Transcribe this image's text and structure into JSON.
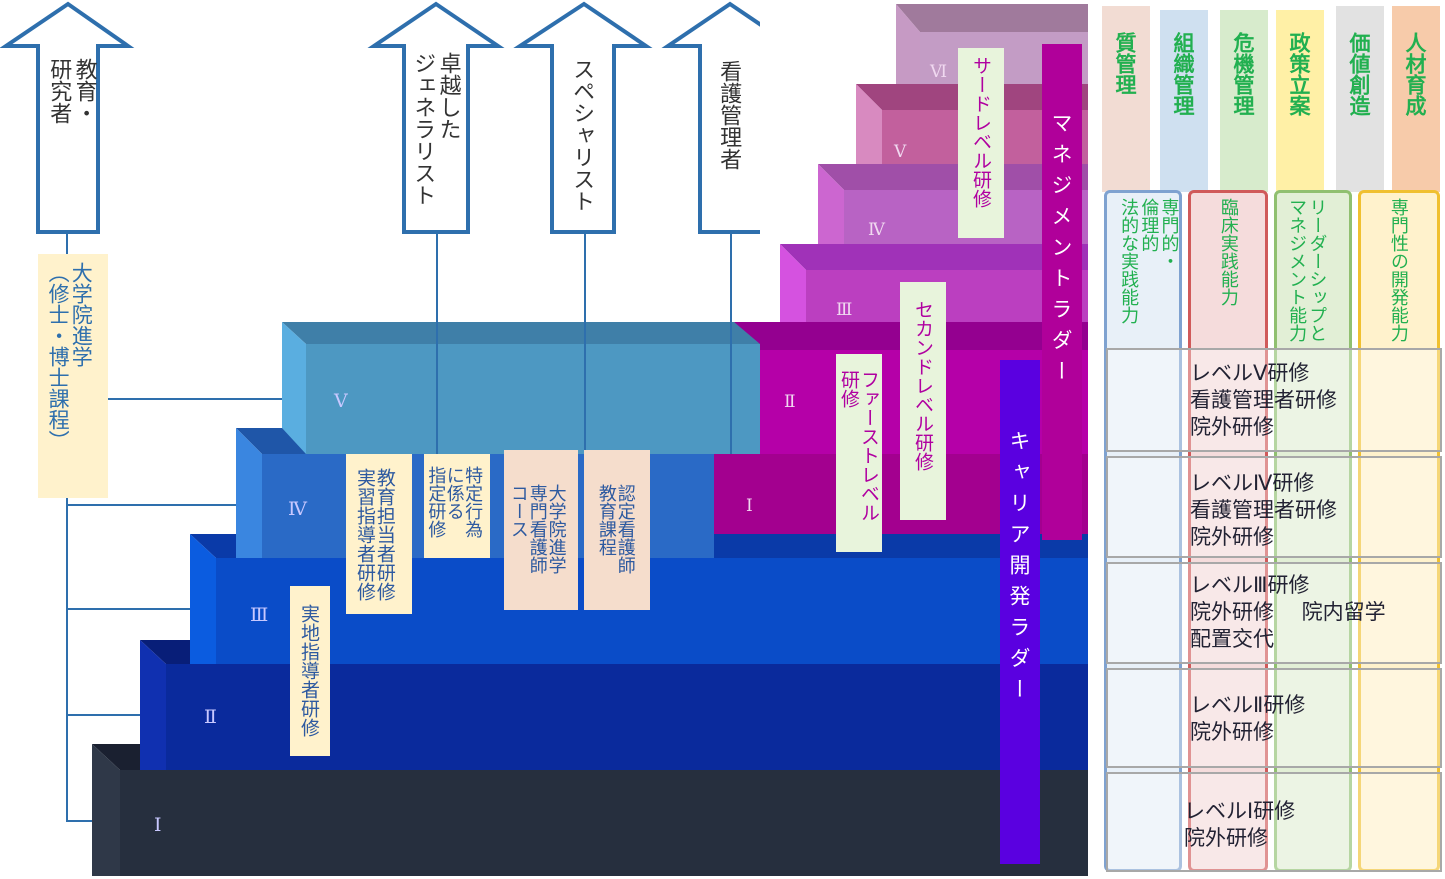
{
  "career_arrows": [
    {
      "text": "教育・\n研究者"
    },
    {
      "text": "卓越した\nジェネラリスト"
    },
    {
      "text": "スペシャリスト"
    },
    {
      "text": "看護管理者"
    }
  ],
  "graduate": {
    "text": "大学院進学\n（修士・博士課程）"
  },
  "blue_steps": [
    "Ⅰ",
    "Ⅱ",
    "Ⅲ",
    "Ⅳ",
    "Ⅴ"
  ],
  "magenta_steps": [
    "Ⅰ",
    "Ⅱ",
    "Ⅲ",
    "Ⅳ",
    "Ⅴ",
    "Ⅵ"
  ],
  "blue_boxes": {
    "jicchi": "実地指導者研修",
    "kyouiku": "教育担当者研修\n実習指導者研修",
    "tokutei": "特定行為\nに係る\n指定研修",
    "daigakuin": "大学院進学\n専門看護師\nコース",
    "nintei": "認定看護師\n教育課程"
  },
  "pink_boxes": {
    "first": "ファーストレベル\n研修",
    "second": "セカンドレベル研修",
    "third": "サードレベル研修"
  },
  "ladders": {
    "management": "マネジメントラダー",
    "career": "キャリア開発ラダー"
  },
  "competency_headers": [
    "質管理",
    "組織管理",
    "危機管理",
    "政策立案",
    "価値創造",
    "人材育成"
  ],
  "competency_columns": [
    {
      "text": "専門的・\n倫理的\n法的な実践能力"
    },
    {
      "text": "臨床実践能力"
    },
    {
      "text": "リーダーシップと\nマネジメント能力"
    },
    {
      "text": "専門性の開発能力"
    }
  ],
  "level_rows": [
    {
      "text": "レベルⅤ研修\n看護管理者研修\n院外研修"
    },
    {
      "text": "レベルⅣ研修\n看護管理者研修\n院外研修"
    },
    {
      "text": "レベルⅢ研修\n院外研修　 院内留学\n配置交代"
    },
    {
      "text": "レベルⅡ研修\n院外研修"
    },
    {
      "text": "レベルⅠ研修\n院外研修"
    }
  ],
  "colors": {
    "step1": "#262f3e",
    "step2": "#0a2a9c",
    "step3": "#0a4cc8",
    "step4": "#2a6ac6",
    "step5": "#4d98c2",
    "magenta": "#b5009f",
    "arrow_stroke": "#2e6fad"
  }
}
